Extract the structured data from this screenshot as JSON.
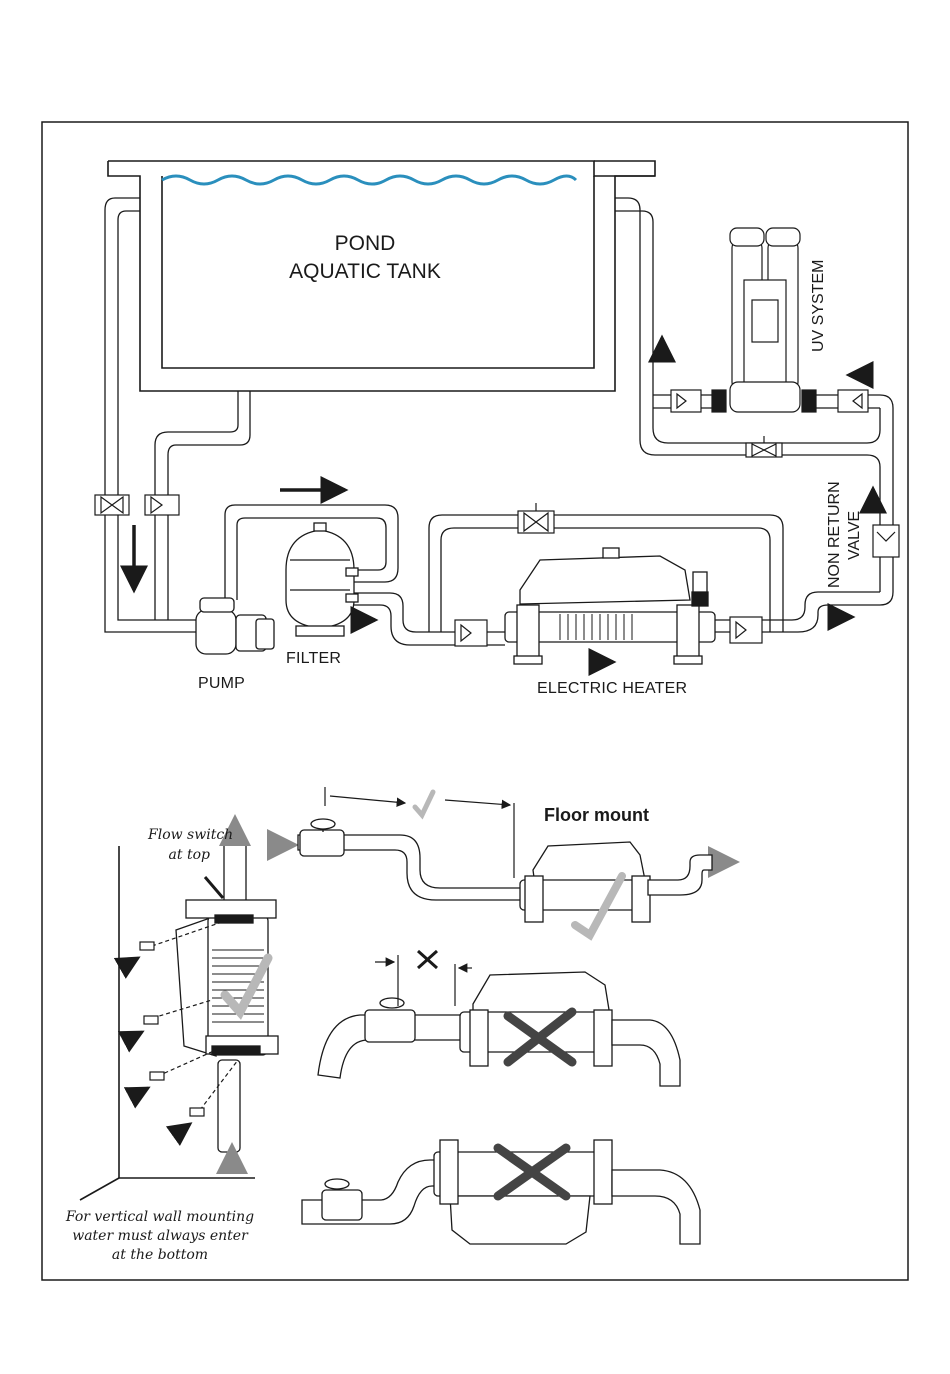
{
  "labels": {
    "pond_line1": "POND",
    "pond_line2": "AQUATIC TANK",
    "uv_system": "UV SYSTEM",
    "non_return_line1": "NON RETURN",
    "non_return_line2": "VALVE",
    "filter": "FILTER",
    "pump": "PUMP",
    "electric_heater": "ELECTRIC HEATER"
  },
  "mounting": {
    "flow_switch_line1": "Flow switch",
    "flow_switch_line2": "at top",
    "floor_mount": "Floor mount",
    "vertical_note_line1": "For vertical wall mounting",
    "vertical_note_line2": "water must always enter",
    "vertical_note_line3": "at the bottom"
  },
  "colors": {
    "line": "#1a1a1a",
    "water": "#2a8fbd",
    "check": "#b8b8b8",
    "cross": "#444444"
  }
}
